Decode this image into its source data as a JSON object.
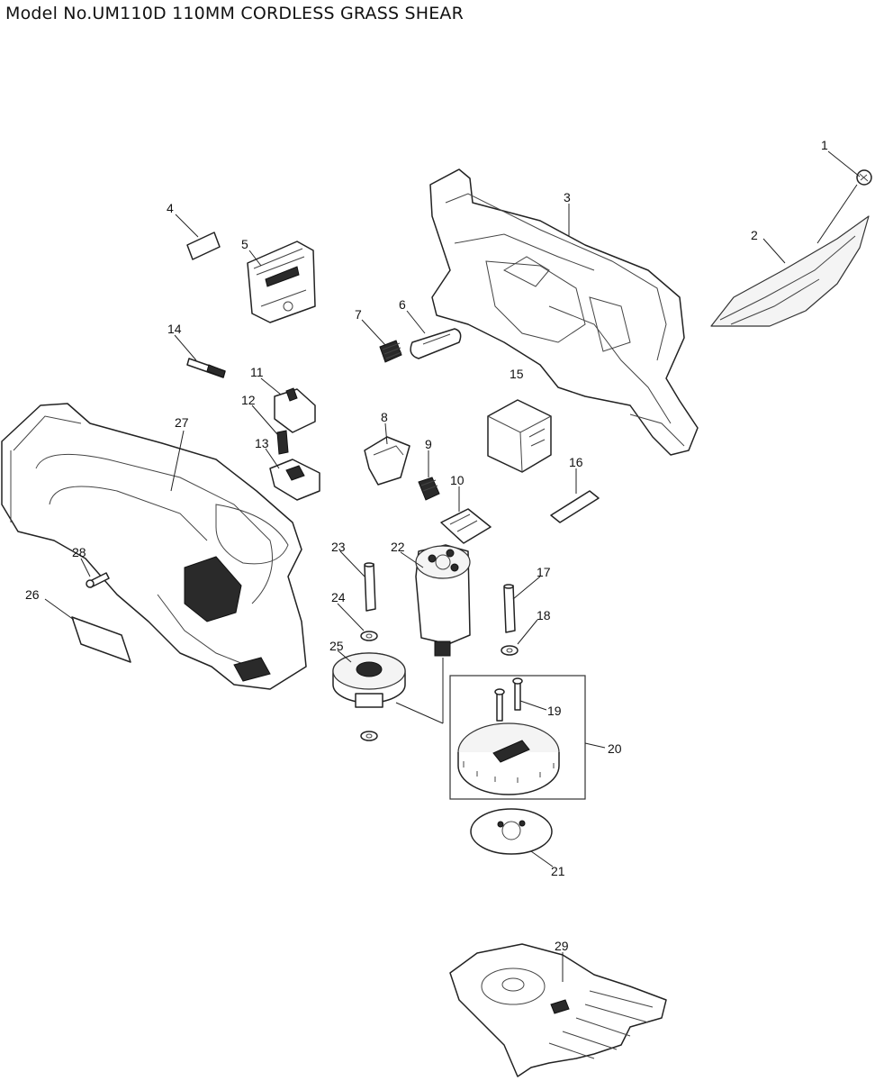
{
  "header": {
    "title": "Model No.UM110D 110MM CORDLESS GRASS SHEAR"
  },
  "callouts": {
    "c1": "1",
    "c2": "2",
    "c3": "3",
    "c4": "4",
    "c5": "5",
    "c6": "6",
    "c7": "7",
    "c8": "8",
    "c9": "9",
    "c10": "10",
    "c11": "11",
    "c12": "12",
    "c13": "13",
    "c14": "14",
    "c15": "15",
    "c16": "16",
    "c17": "17",
    "c18": "18",
    "c19": "19",
    "c20": "20",
    "c21": "21",
    "c22": "22",
    "c23": "23",
    "c24": "24",
    "c25": "25",
    "c26": "26",
    "c27": "27",
    "c28": "28",
    "c29": "29"
  }
}
